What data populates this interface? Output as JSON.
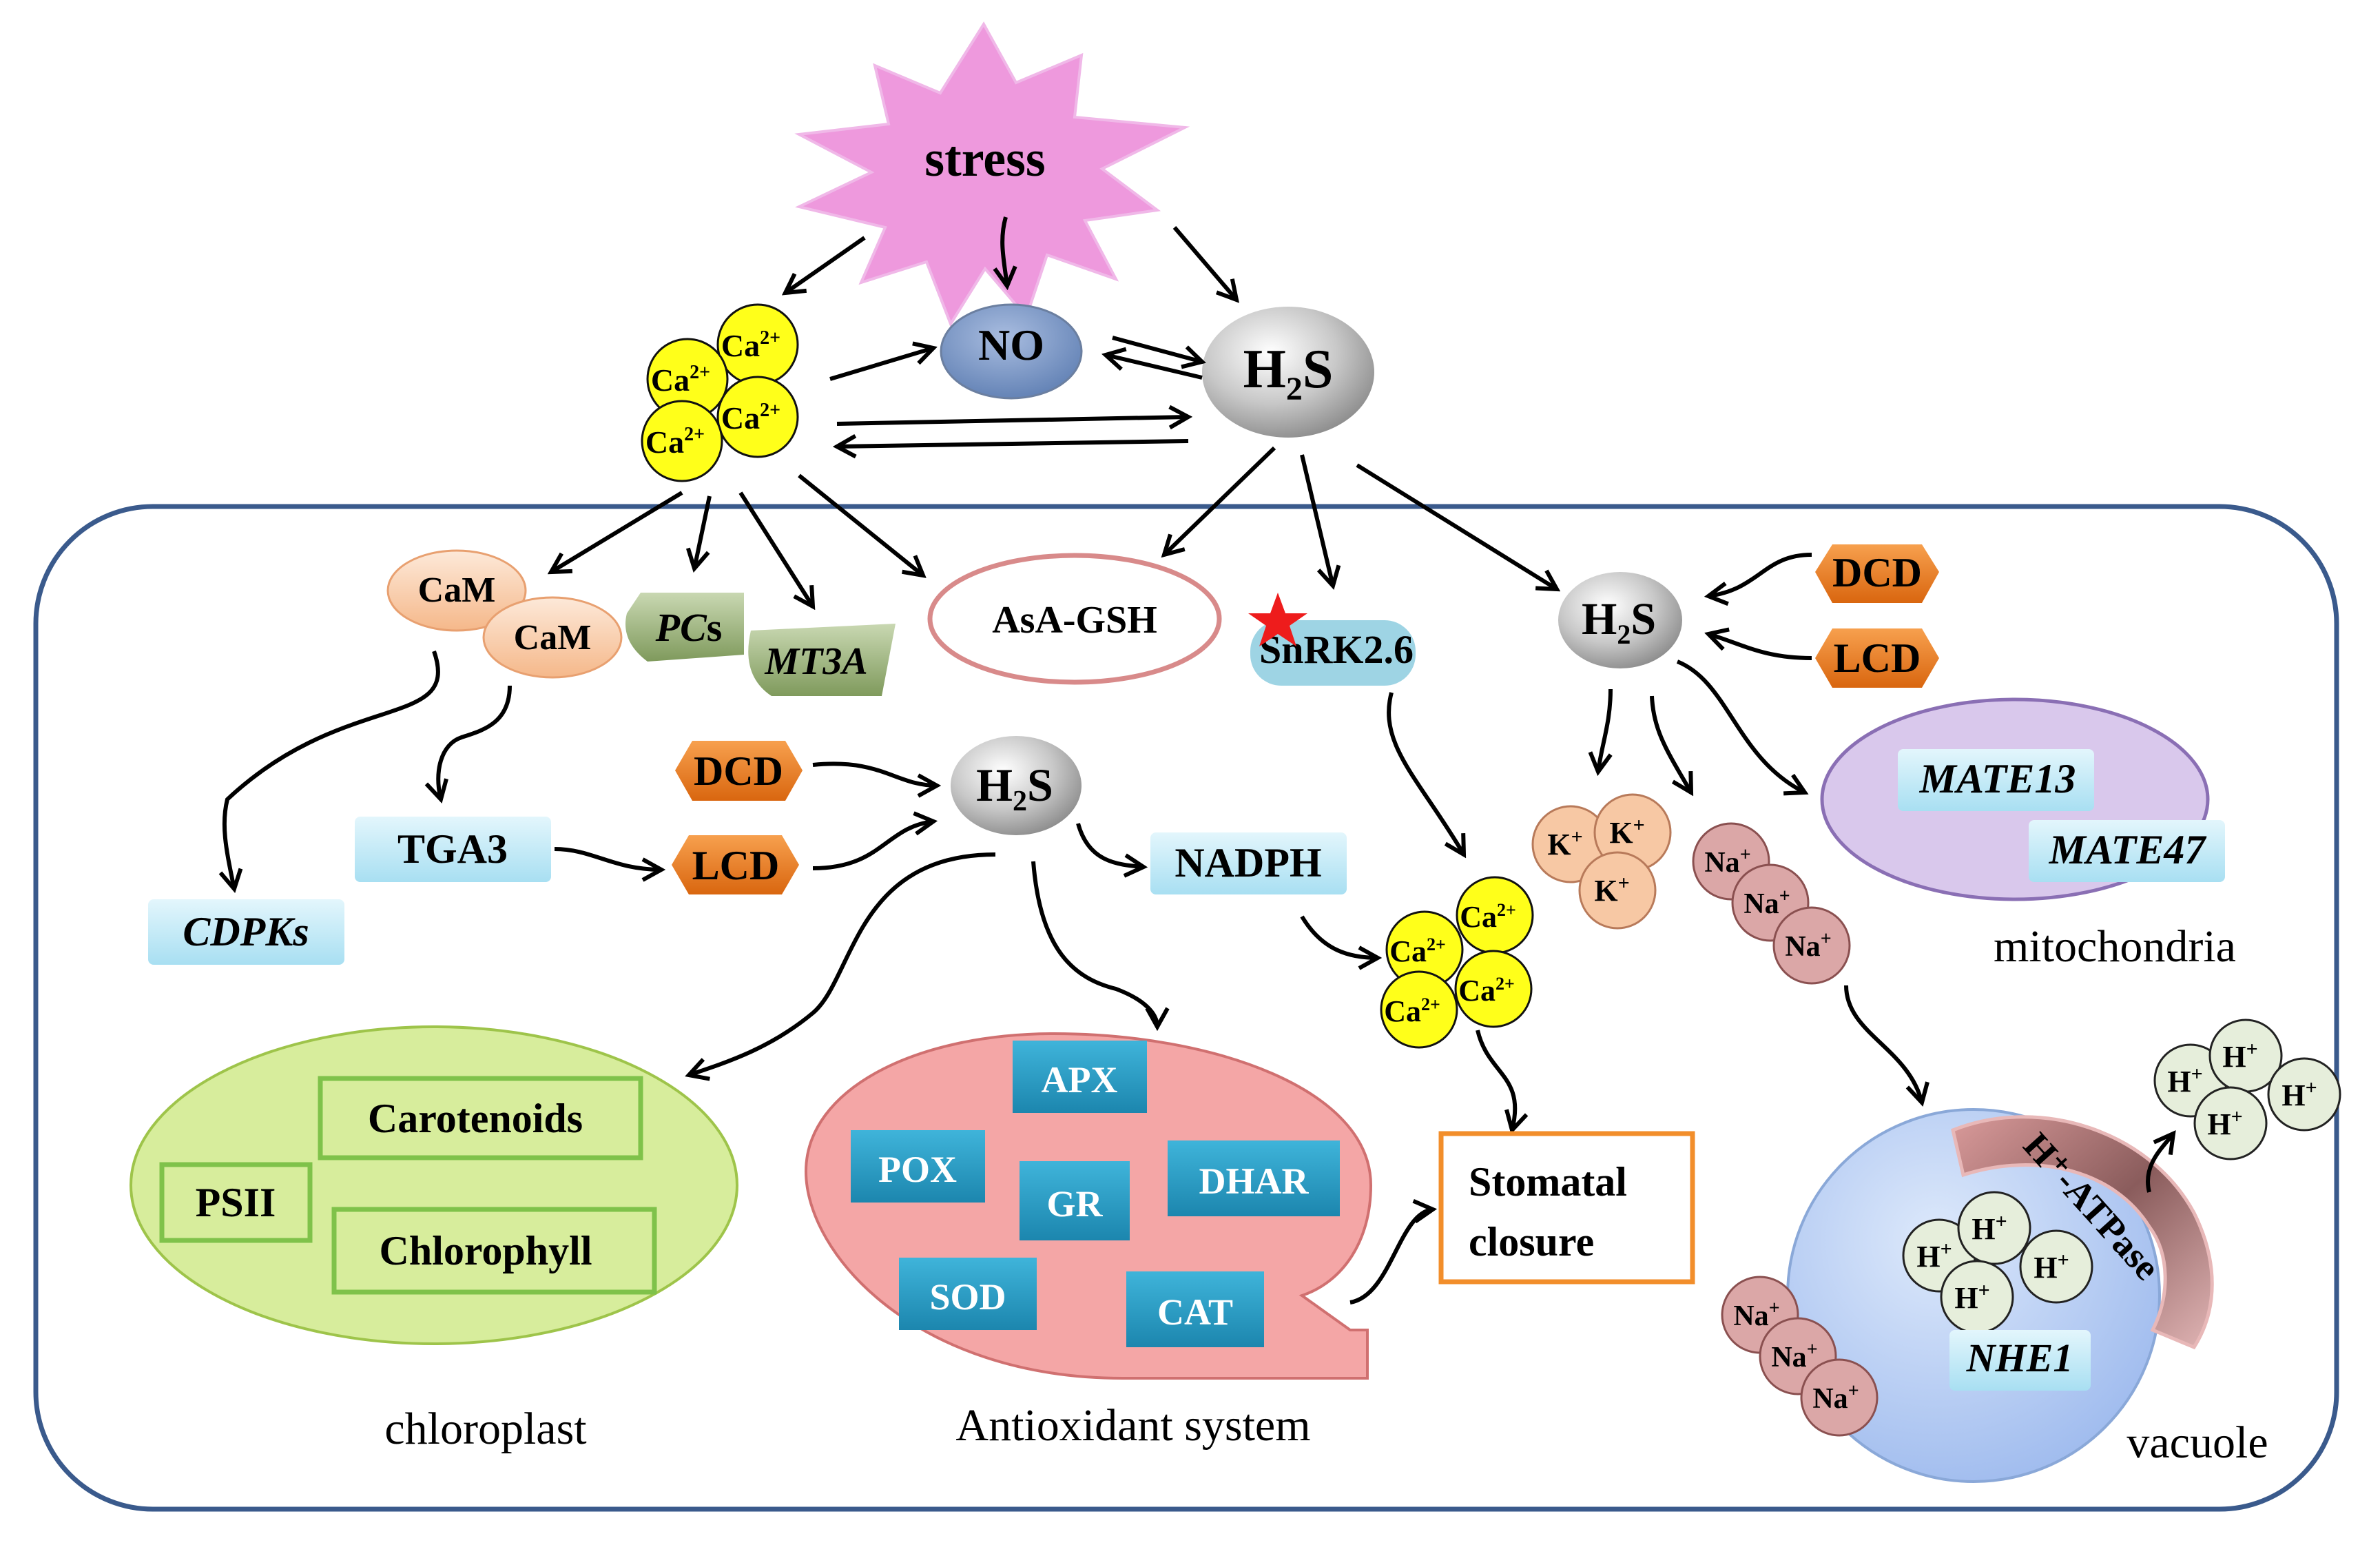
{
  "colors": {
    "cell_border": "#3a5a8c",
    "calcium": "#ffff1a",
    "no": "#7f9ac7",
    "h2s": "#c8c8c8",
    "enzyme_tag": "#ee7b22",
    "label_box": "#c7ecf7",
    "antioxidant_bg": "#f4a6a6",
    "antioxidant_enzyme": "#2ea0c8",
    "chloroplast": "#d7ed9c",
    "chloroplast_box": "#7fc24a",
    "mitochondria": "#d9c8ec",
    "vacuole": "#b8cff2",
    "potassium": "#f7c8a4",
    "sodium": "#dba7a7",
    "proton": "#e6eedb",
    "stomatal_box": "#f28e2b",
    "star": "#ee1c1c"
  },
  "nodes": {
    "stress": "stress",
    "no": "NO",
    "h2s_sub": "2",
    "h2s_h": "H",
    "h2s_s": "S",
    "ca": "Ca",
    "ca_sup": "2+",
    "cam1": "CaM",
    "cam2": "CaM",
    "pcs_italic": "PC",
    "pcs_s": "s",
    "mt3a": "MT3A",
    "asa_gsh": "AsA-GSH",
    "snrk": "SnRK2.6",
    "dcd": "DCD",
    "lcd": "LCD",
    "tga3": "TGA3",
    "cdpks": "CDPKs",
    "nadph": "NADPH",
    "mate13": "MATE13",
    "mate47": "MATE47",
    "mitochondria": "mitochondria",
    "k": "K",
    "na": "Na",
    "plus": "+",
    "h": "H",
    "h_atpase": "H⁺-ATPase",
    "nhe1": "NHE1",
    "vacuole": "vacuole",
    "carotenoids": "Carotenoids",
    "psii": "PSII",
    "chlorophyll": "Chlorophyll",
    "chloroplast": "chloroplast",
    "apx": "APX",
    "pox": "POX",
    "gr": "GR",
    "dhar": "DHAR",
    "sod": "SOD",
    "cat": "CAT",
    "antioxidant_system": "Antioxidant system",
    "stomatal_line1": "Stomatal",
    "stomatal_line2": "closure"
  }
}
